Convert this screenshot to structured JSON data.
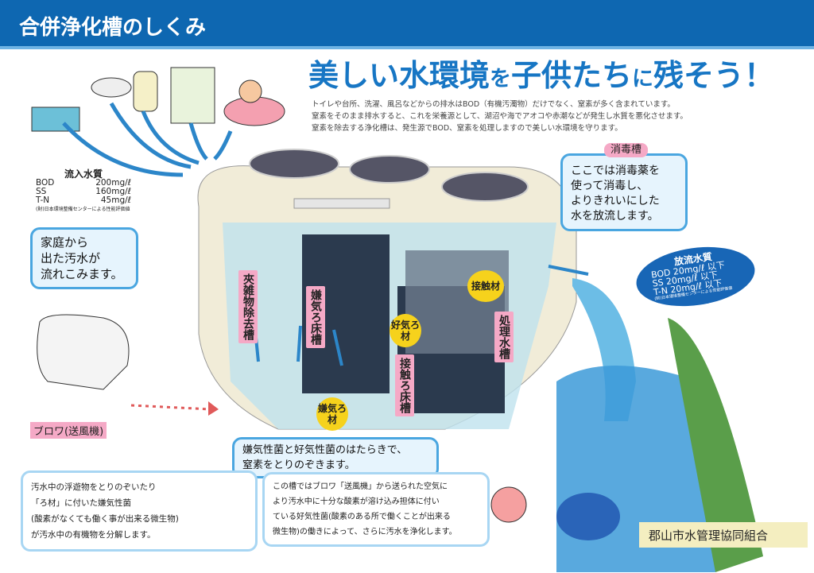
{
  "header": {
    "title": "合併浄化槽のしくみ"
  },
  "headline": {
    "part1": "美しい水環境",
    "part2": "を",
    "part3": "子供たち",
    "part4": "に",
    "part5": "残そう！"
  },
  "intro": [
    "トイレや台所、洗濯、風呂などからの排水はBOD（有機汚濁物）だけでなく、窒素が多く含まれています。",
    "窒素をそのまま排水すると、これを栄養源として、湖沼や海でアオコや赤潮などが発生し水質を悪化させます。",
    "窒素を除去する浄化槽は、発生源でBOD、窒素を処理しますので美しい水環境を守ります。"
  ],
  "inflow": {
    "title": "流入水質",
    "rows": [
      {
        "k": "BOD",
        "v": "200mg/ℓ"
      },
      {
        "k": "SS",
        "v": "160mg/ℓ"
      },
      {
        "k": "T-N",
        "v": "45mg/ℓ"
      }
    ],
    "note": "(財)日本環境整備センターによる性能評価値"
  },
  "outflow": {
    "title": "放流水質",
    "rows": [
      "BOD 20mg/ℓ 以下",
      "SS 20mg/ℓ 以下",
      "T-N 20mg/ℓ 以下"
    ],
    "note": "(財)日本環境整備センターによる性能評価値"
  },
  "bubbles": {
    "home": [
      "家庭から",
      "出た汚水が",
      "流れこみます。"
    ],
    "disinfect_label": "消毒槽",
    "disinfect": [
      "ここでは消毒薬を",
      "使って消毒し、",
      "よりきれいにした",
      "水を放流します。"
    ],
    "center": [
      "嫌気性菌と好気性菌のはたらきで、",
      "窒素をとりのぞきます。"
    ]
  },
  "tanks": {
    "t1": "夾雑物除去槽",
    "t2": "嫌気ろ床槽",
    "t3": "接触ろ床槽",
    "t4": "処理水槽"
  },
  "media": {
    "contact": "接触材",
    "aerobic": "好気ろ材",
    "anaerobic": "嫌気ろ材"
  },
  "blower": "ブロワ(送風機)",
  "box_left": [
    "汚水中の浮遊物をとりのぞいたり",
    "「ろ材」に付いた嫌気性菌",
    "(酸素がなくても働く事が出来る微生物)",
    "が汚水中の有機物を分解します。"
  ],
  "box_right": [
    "この槽ではブロワ「送風機」から送られた空気に",
    "より汚水中に十分な酸素が溶け込み担体に付い",
    "ている好気性菌(酸素のある所で働くことが出来る",
    "微生物)の働きによって、さらに汚水を浄化します。"
  ],
  "logo": "郡山市水管理協同組合"
}
